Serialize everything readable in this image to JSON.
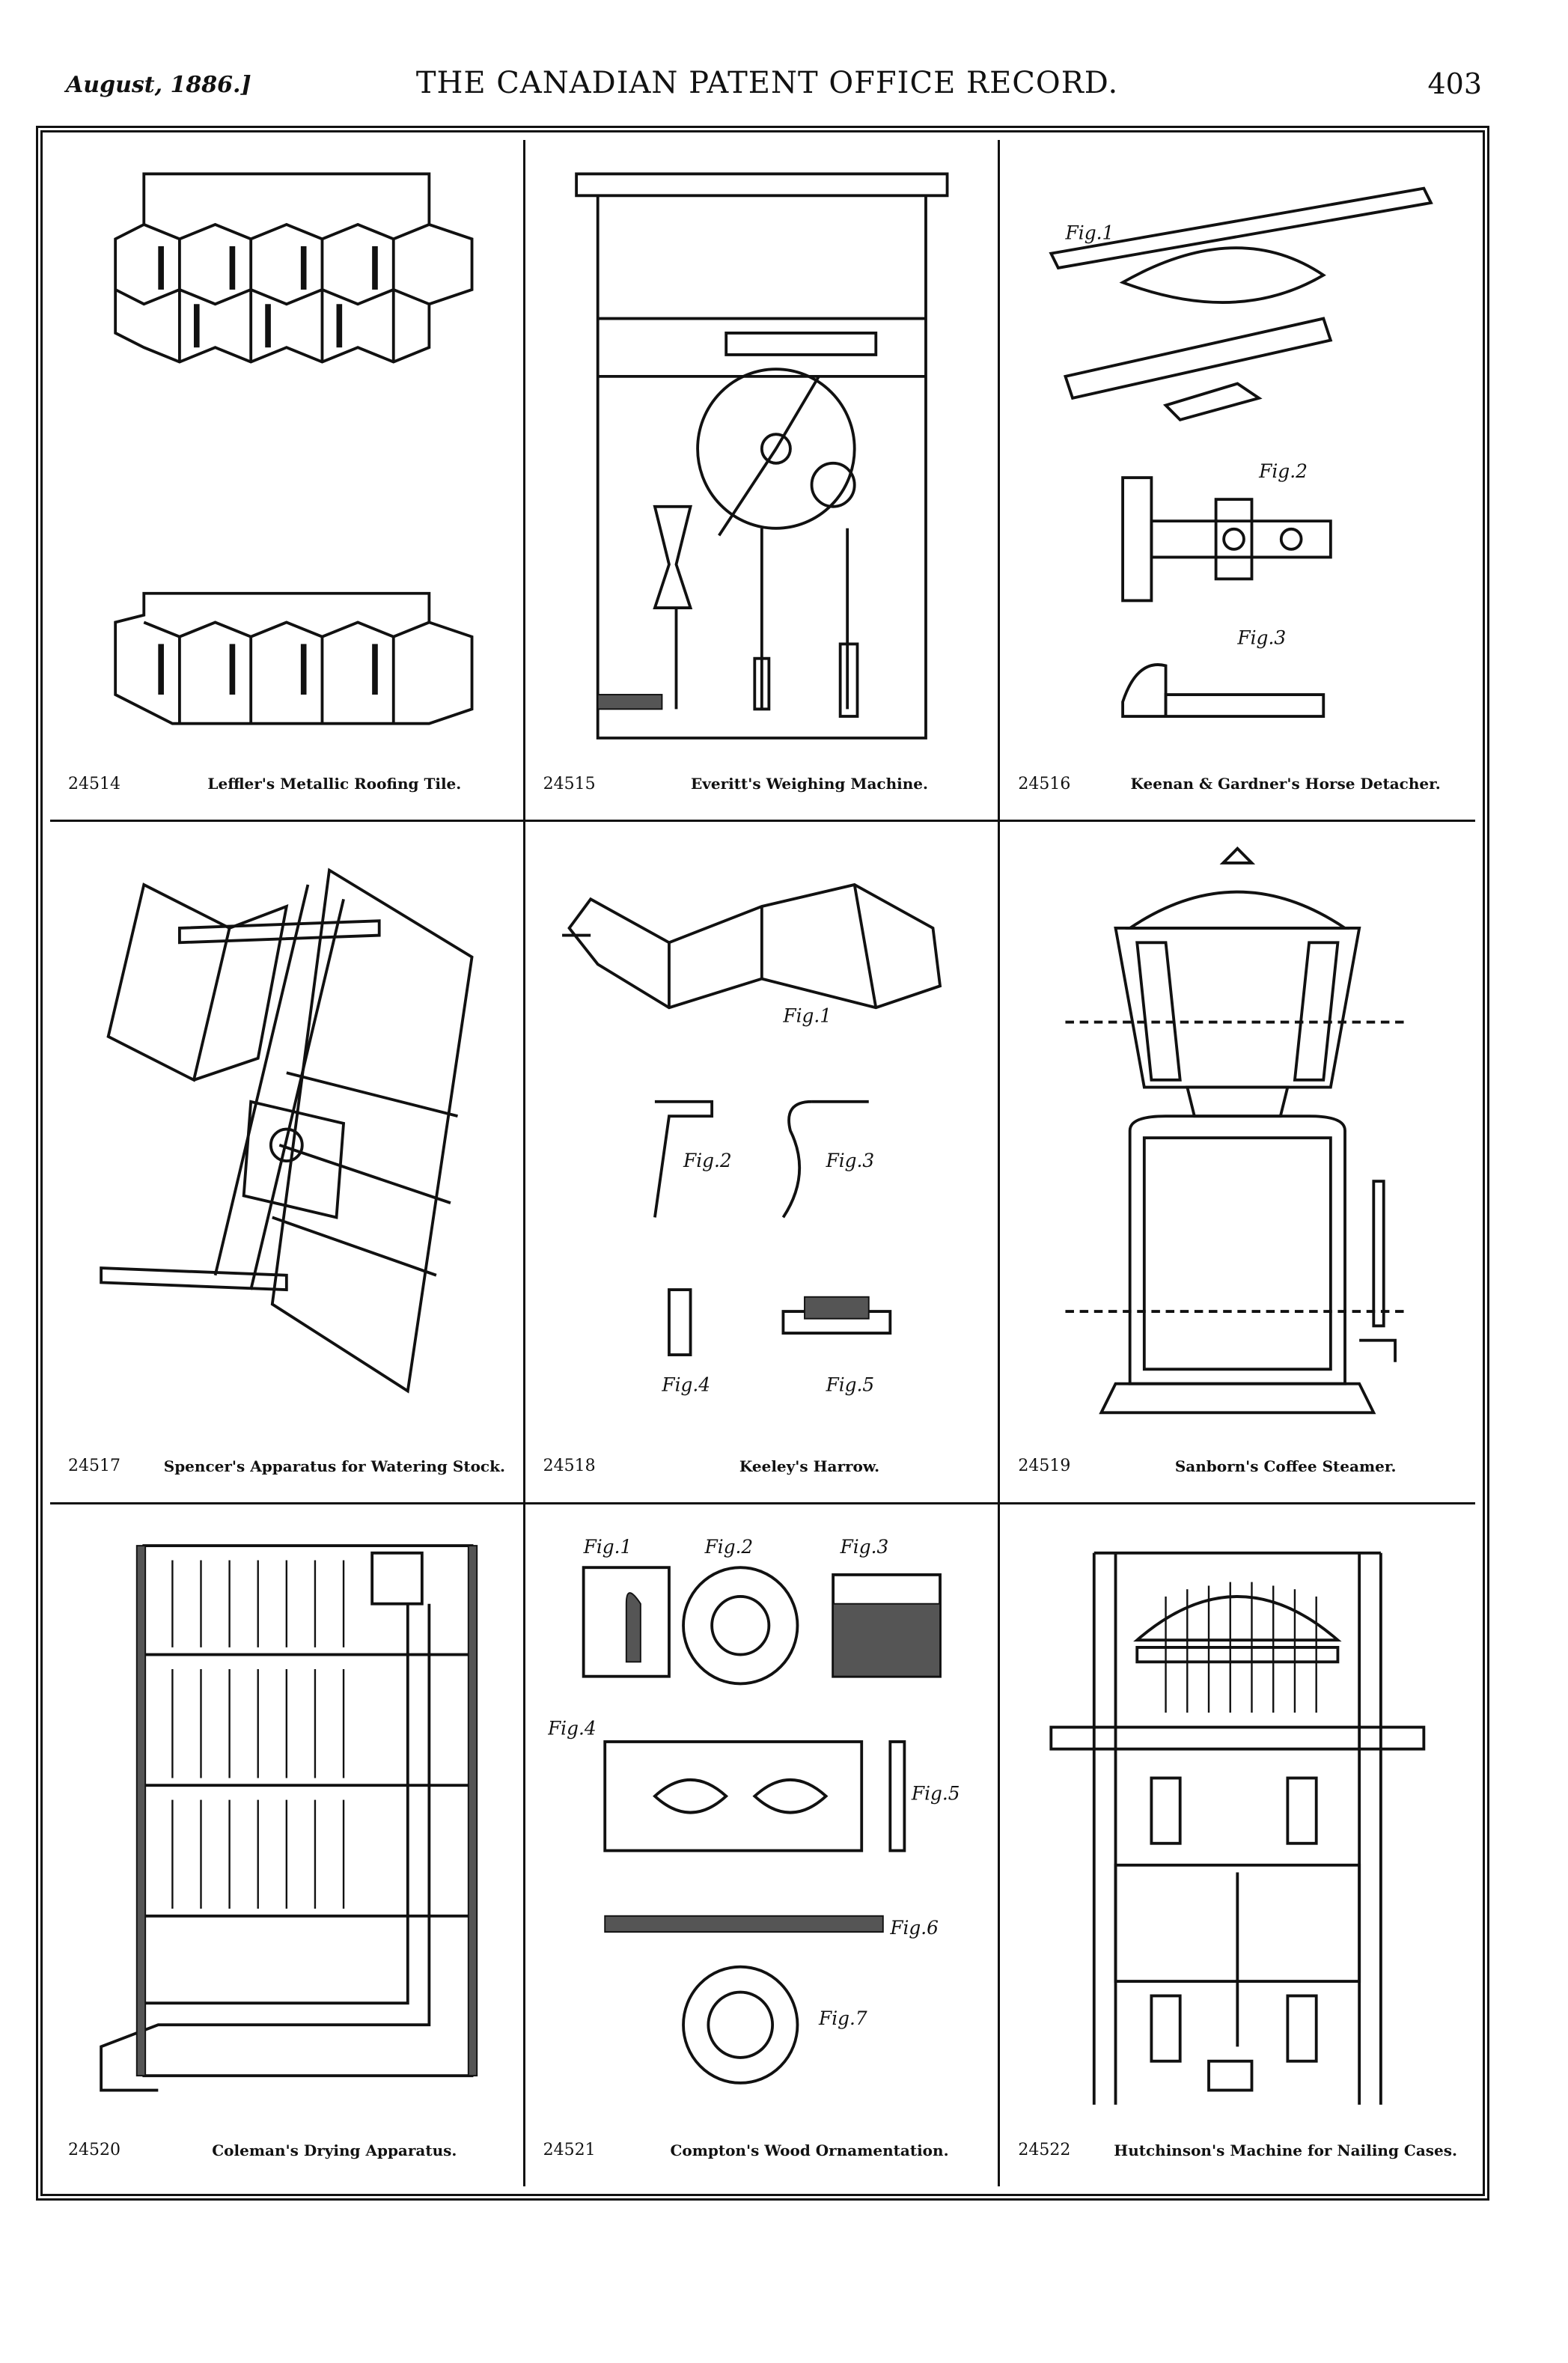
{
  "header": {
    "date": "August, 1886.]",
    "publication": "THE CANADIAN PATENT OFFICE RECORD.",
    "page": "403"
  },
  "patents": [
    {
      "number": "24514",
      "title": "Leffler's Metallic Roofing Tile."
    },
    {
      "number": "24515",
      "title": "Everitt's Weighing Machine."
    },
    {
      "number": "24516",
      "title": "Keenan & Gardner's Horse Detacher."
    },
    {
      "number": "24517",
      "title": "Spencer's Apparatus for Watering Stock."
    },
    {
      "number": "24518",
      "title": "Keeley's Harrow."
    },
    {
      "number": "24519",
      "title": "Sanborn's Coffee Steamer."
    },
    {
      "number": "24520",
      "title": "Coleman's Drying Apparatus."
    },
    {
      "number": "24521",
      "title": "Compton's Wood Ornamentation."
    },
    {
      "number": "24522",
      "title": "Hutchinson's Machine for Nailing Cases."
    }
  ],
  "figure_labels": {
    "fig1": "Fig.1",
    "fig2": "Fig.2",
    "fig3": "Fig.3",
    "fig4": "Fig.4",
    "fig5": "Fig.5",
    "fig6": "Fig.6",
    "fig7": "Fig.7"
  }
}
